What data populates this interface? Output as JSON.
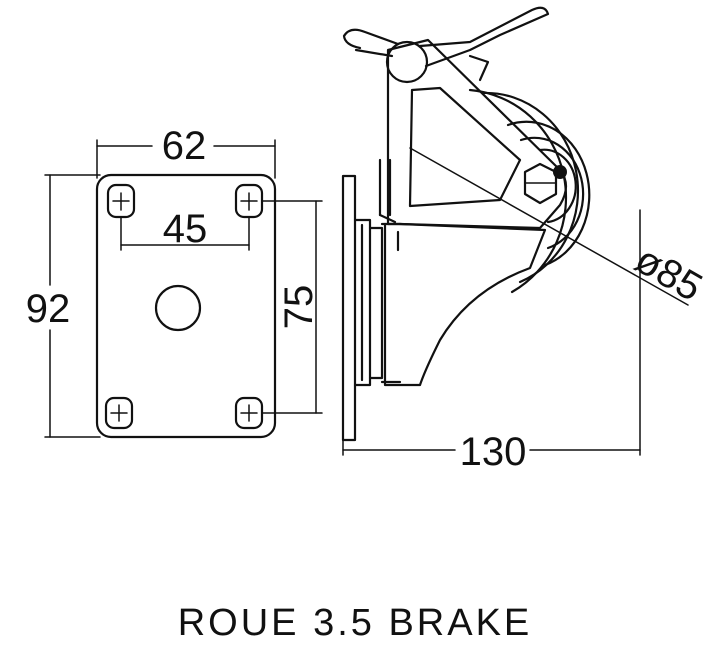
{
  "title": "ROUE 3.5 BRAKE",
  "dimensions": {
    "plate_width": "62",
    "plate_height": "92",
    "hole_spacing_x": "45",
    "hole_spacing_y": "75",
    "overall_height": "130",
    "wheel_diameter": "ø85"
  }
}
